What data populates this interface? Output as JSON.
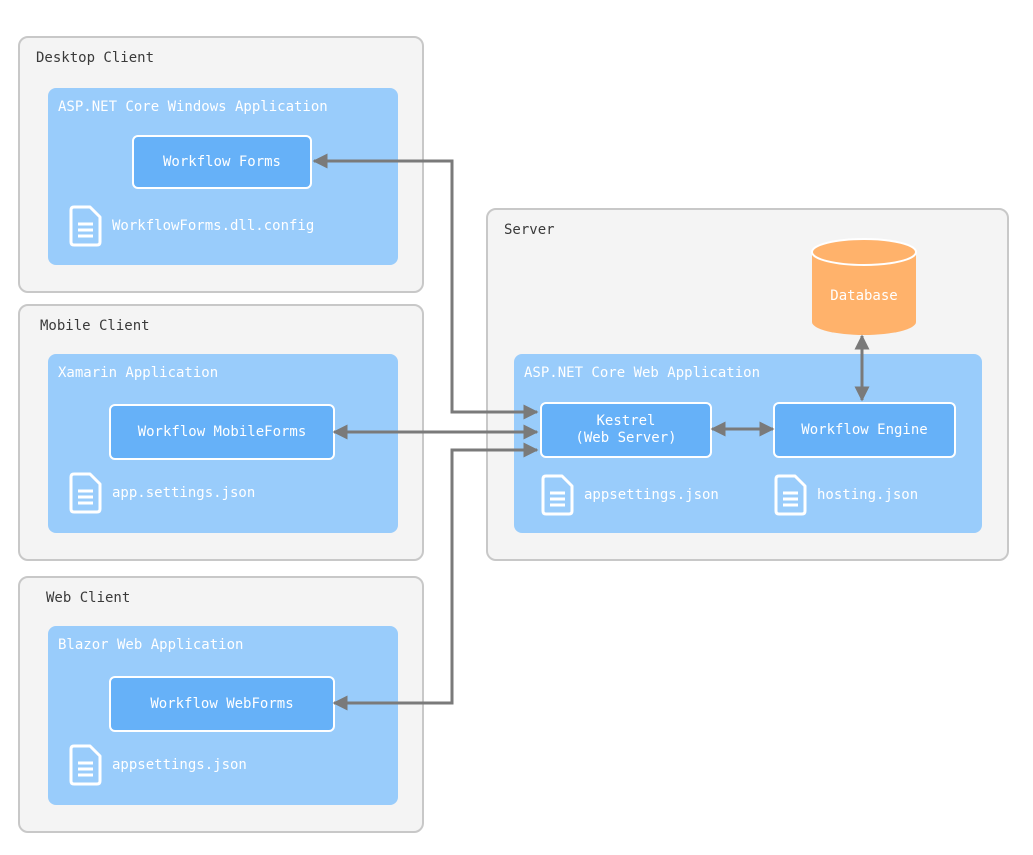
{
  "desktop_client": {
    "title": "Desktop Client",
    "app_title": "ASP.NET Core Windows Application",
    "component": "Workflow Forms",
    "config_file": "WorkflowForms.dll.config"
  },
  "mobile_client": {
    "title": "Mobile Client",
    "app_title": "Xamarin Application",
    "component": "Workflow MobileForms",
    "config_file": "app.settings.json"
  },
  "web_client": {
    "title": "Web Client",
    "app_title": "Blazor Web Application",
    "component": "Workflow WebForms",
    "config_file": "appsettings.json"
  },
  "server": {
    "title": "Server",
    "app_title": "ASP.NET Core Web Application",
    "kestrel": "Kestrel\n(Web Server)",
    "engine": "Workflow Engine",
    "database": "Database",
    "files": [
      "appsettings.json",
      "hosting.json"
    ]
  },
  "colors": {
    "group_bg": "#f4f4f4",
    "group_border": "#c8c8c8",
    "app_bg": "#99ccfb",
    "component_bg": "#66b1f8",
    "database": "#ffb26b",
    "arrow": "#7a7a7a"
  },
  "icons": [
    "document-icon",
    "database-icon",
    "arrow"
  ]
}
